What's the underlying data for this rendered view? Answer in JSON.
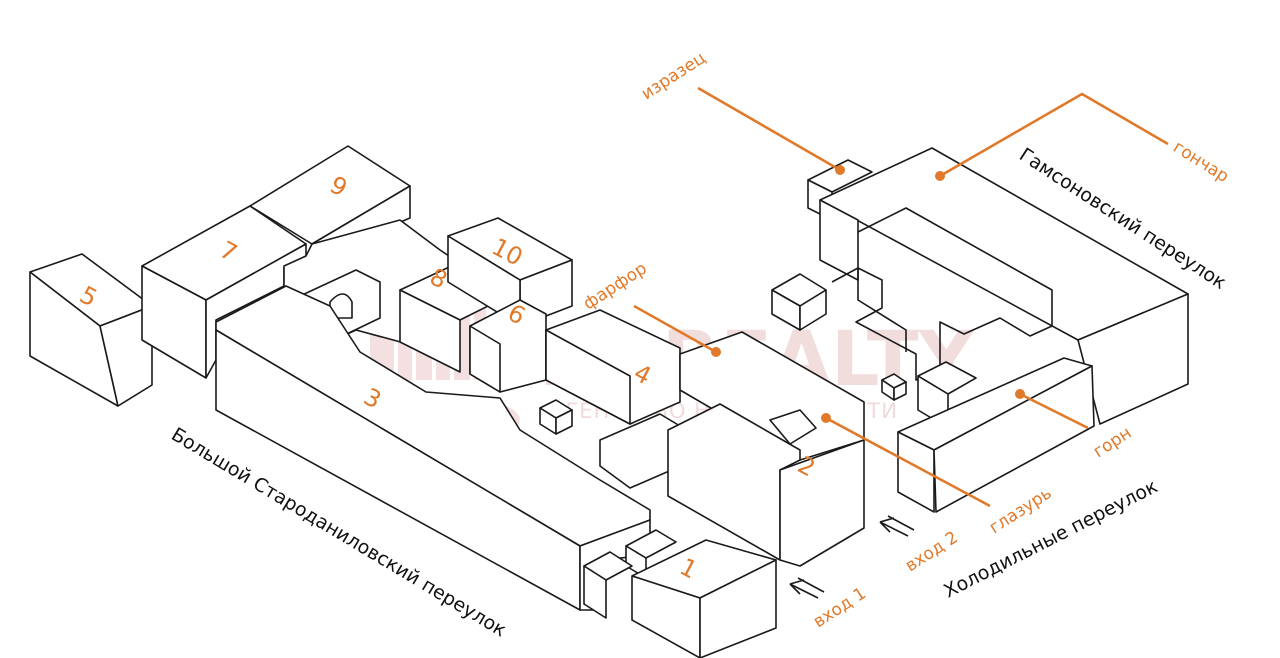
{
  "buildings": [
    {
      "number": "1"
    },
    {
      "number": "2"
    },
    {
      "number": "3"
    },
    {
      "number": "4"
    },
    {
      "number": "5"
    },
    {
      "number": "6"
    },
    {
      "number": "7"
    },
    {
      "number": "8"
    },
    {
      "number": "9"
    },
    {
      "number": "10"
    }
  ],
  "streets": {
    "bolshoy": "Большой Староданиловский переулок",
    "kholodilny": "Холодильные переулок",
    "gamsonovsky": "Гамсоновский переулок"
  },
  "places": {
    "izrazets": "изразец",
    "gonchar": "гончар",
    "farfor": "фарфор",
    "gorn": "горн",
    "glazur": "глазурь"
  },
  "entrances": {
    "entrance1": "вход 1",
    "entrance2": "вход 2"
  },
  "watermark": {
    "brand": "ABREALTY",
    "tagline": "АГЕНТСТВО НЕДВИЖИМОСТИ"
  },
  "colors": {
    "accent": "#e07a2a",
    "outline": "#1a1a1a",
    "watermark": "#e9c2c2"
  }
}
